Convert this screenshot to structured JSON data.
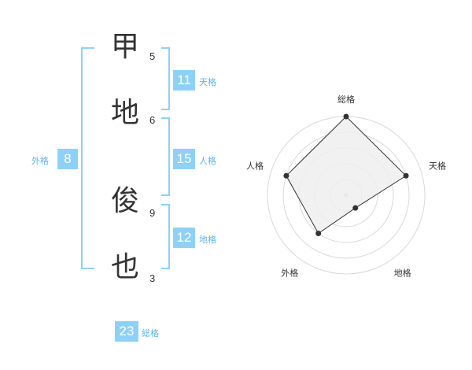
{
  "name": {
    "characters": [
      {
        "char": "甲",
        "strokes": "5"
      },
      {
        "char": "地",
        "strokes": "6"
      },
      {
        "char": "俊",
        "strokes": "9"
      },
      {
        "char": "也",
        "strokes": "3"
      }
    ]
  },
  "fortune": {
    "tenkaku": {
      "value": "11",
      "label": "天格"
    },
    "jinkaku": {
      "value": "15",
      "label": "人格"
    },
    "chikaku": {
      "value": "12",
      "label": "地格"
    },
    "gaikaku": {
      "value": "8",
      "label": "外格"
    },
    "soukaku": {
      "value": "23",
      "label": "総格"
    }
  },
  "radar": {
    "axes": [
      "総格",
      "天格",
      "地格",
      "外格",
      "人格"
    ],
    "levels": 5,
    "values": [
      5,
      4,
      1,
      3,
      4
    ],
    "colors": {
      "grid": "#d9d9d9",
      "fill": "#eeeeee",
      "line": "#333333",
      "center": "#cccccc"
    }
  }
}
